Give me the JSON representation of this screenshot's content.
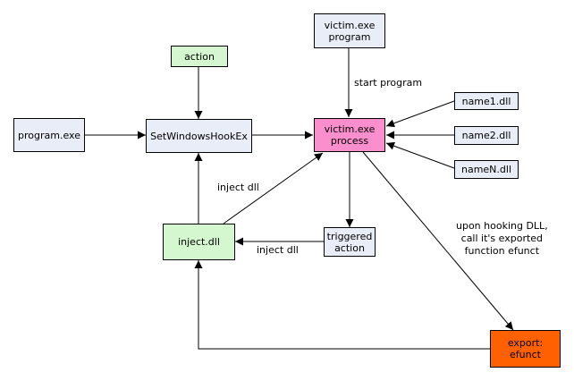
{
  "colors": {
    "blue": "#e8edf7",
    "green": "#d5f7d0",
    "pink": "#fb8fce",
    "orange": "#ff6100"
  },
  "nodes": {
    "program_exe": "program.exe",
    "action": "action",
    "set_windows_hook": "SetWindowsHookEx",
    "victim_program": "victim.exe\nprogram",
    "victim_process": "victim.exe\nprocess",
    "name1": "name1.dll",
    "name2": "name2.dll",
    "nameN": "nameN.dll",
    "triggered_action": "triggered\naction",
    "inject_dll": "inject.dll",
    "export_efunct": "export:\nefunct"
  },
  "edge_labels": {
    "start_program": "start program",
    "inject_dll_upper": "inject dll",
    "inject_dll_lower": "inject dll",
    "hooking_note": "upon hooking DLL,\ncall it's exported\nfunction efunct"
  }
}
